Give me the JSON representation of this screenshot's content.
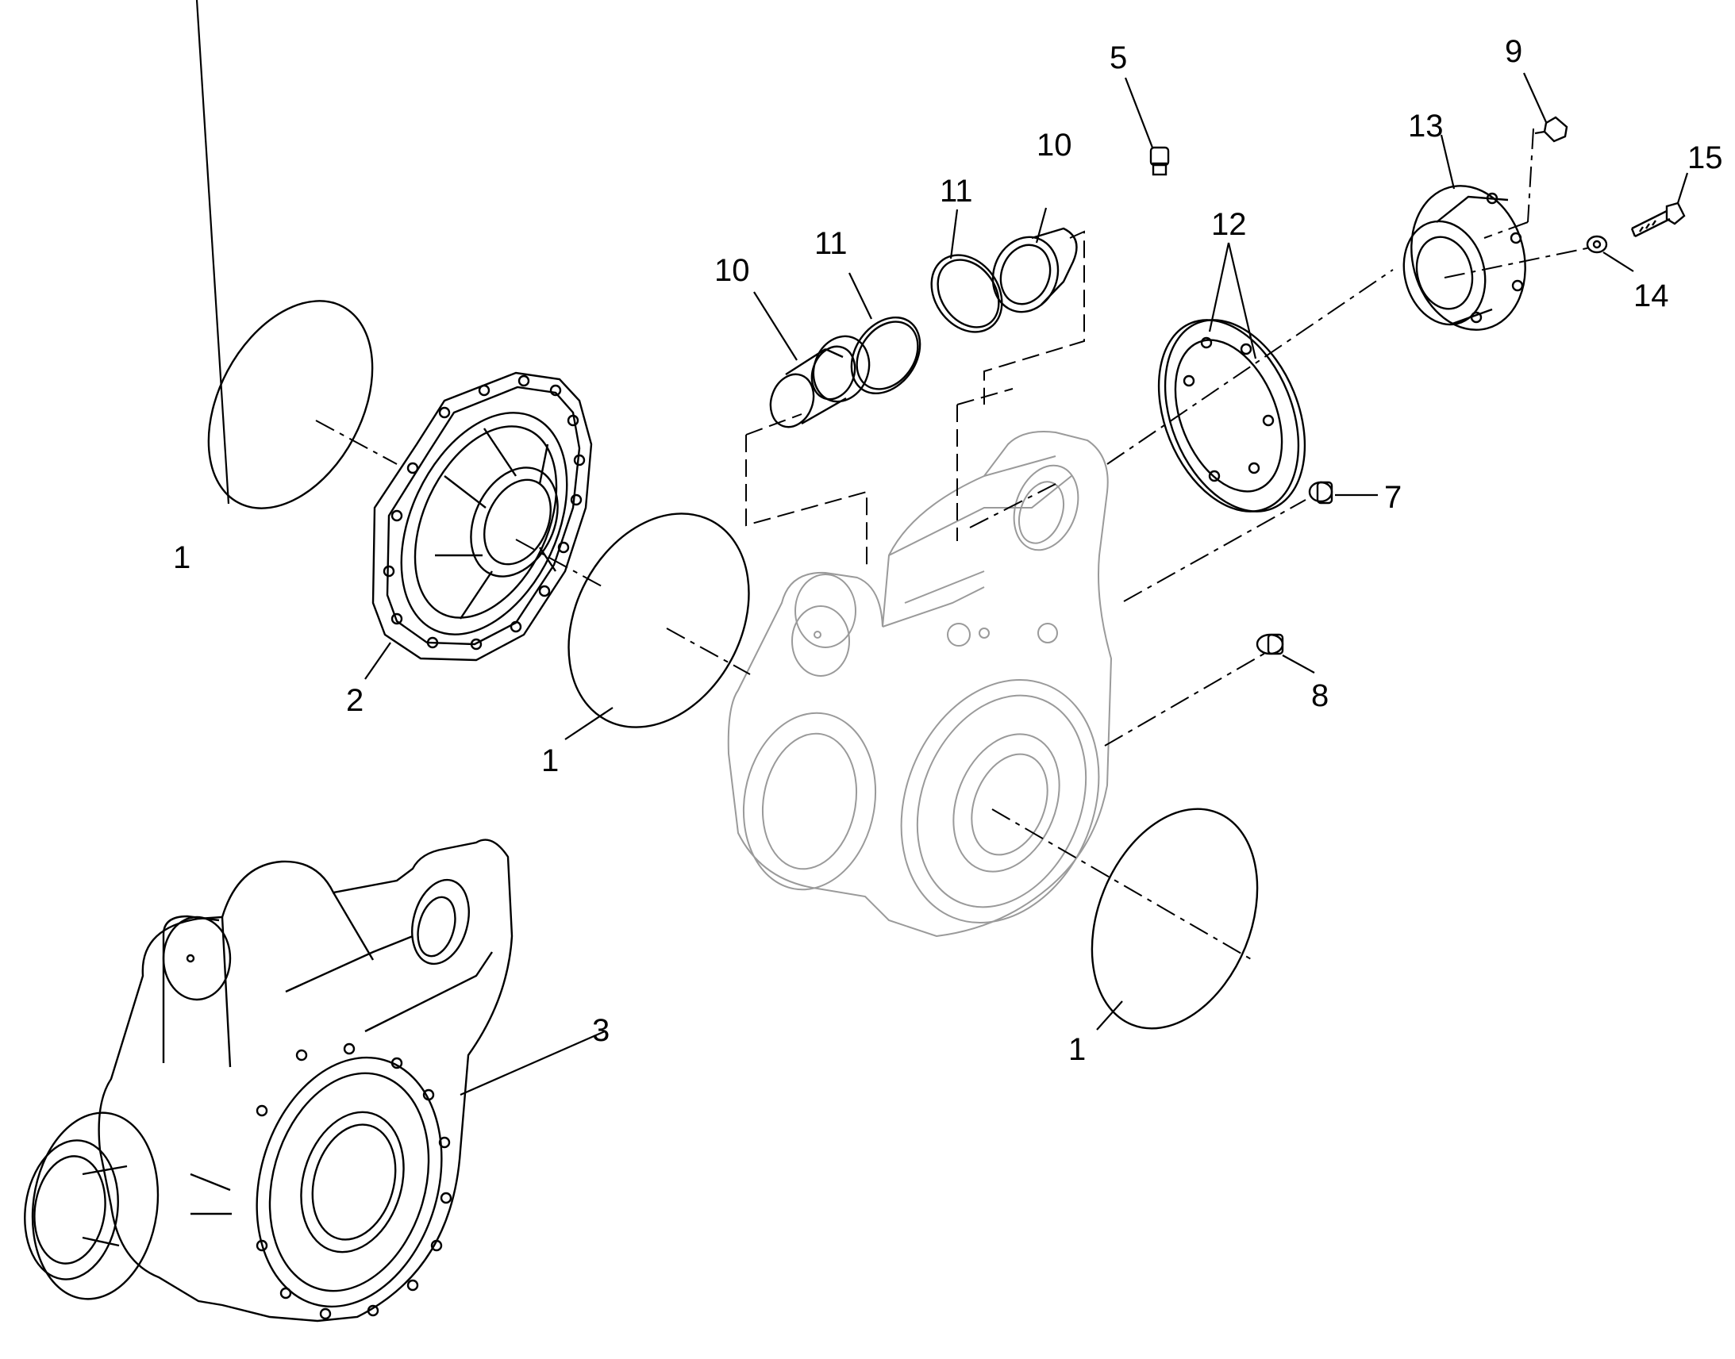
{
  "diagram": {
    "callouts": [
      {
        "id": "c1a",
        "text": "1"
      },
      {
        "id": "c1b",
        "text": "1"
      },
      {
        "id": "c1c",
        "text": "1"
      },
      {
        "id": "c2",
        "text": "2"
      },
      {
        "id": "c3",
        "text": "3"
      },
      {
        "id": "c5",
        "text": "5"
      },
      {
        "id": "c7",
        "text": "7"
      },
      {
        "id": "c8",
        "text": "8"
      },
      {
        "id": "c9",
        "text": "9"
      },
      {
        "id": "c10a",
        "text": "10"
      },
      {
        "id": "c10b",
        "text": "10"
      },
      {
        "id": "c11a",
        "text": "11"
      },
      {
        "id": "c11b",
        "text": "11"
      },
      {
        "id": "c12",
        "text": "12"
      },
      {
        "id": "c13",
        "text": "13"
      },
      {
        "id": "c14",
        "text": "14"
      },
      {
        "id": "c15",
        "text": "15"
      }
    ]
  }
}
